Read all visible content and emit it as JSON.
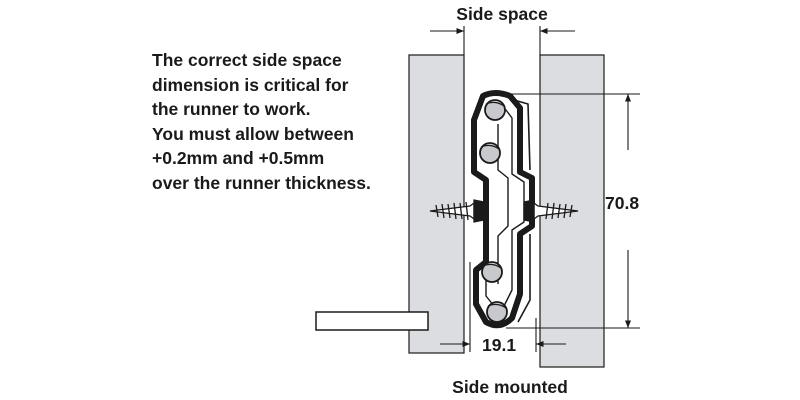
{
  "diagram": {
    "note_lines": [
      "The correct side space",
      "dimension is critical for",
      "the runner to work.",
      "You must allow between",
      "+0.2mm and +0.5mm",
      "over the runner thickness."
    ],
    "side_space_label": "Side space",
    "height_dimension": "70.8",
    "width_dimension": "19.1",
    "caption": "Side mounted"
  },
  "colors": {
    "panel_fill": "#dcdde0",
    "line": "#1a1a1a",
    "ball_fill": "#c8c9cc"
  }
}
